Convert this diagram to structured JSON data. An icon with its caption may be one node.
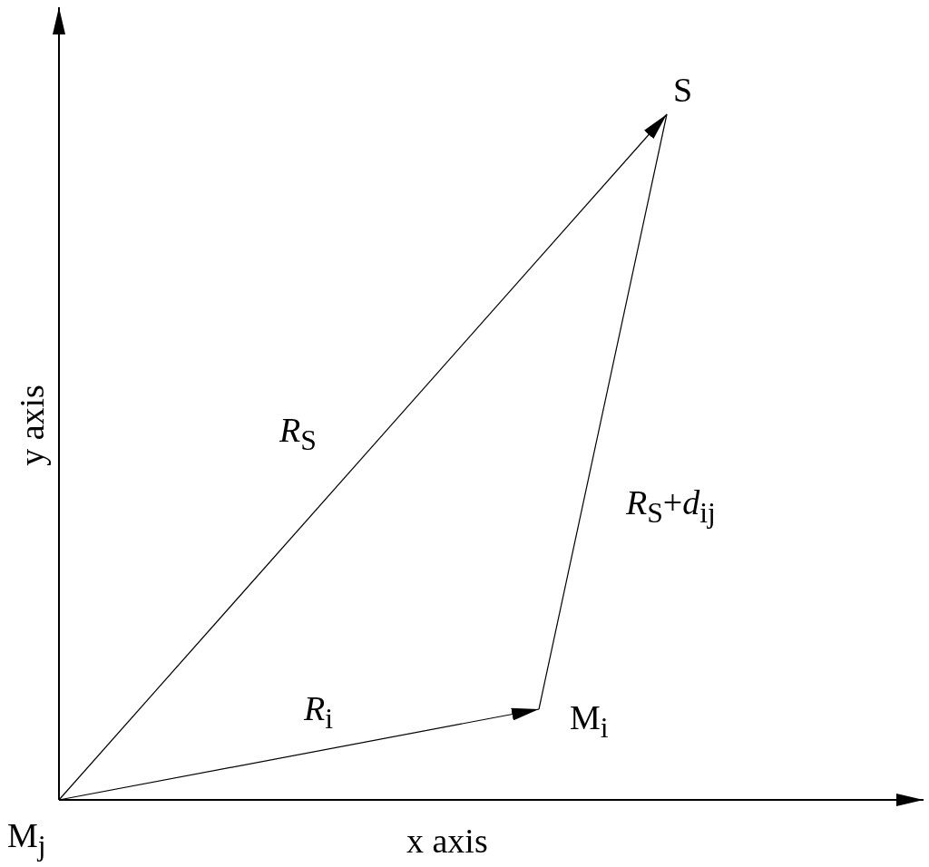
{
  "diagram": {
    "nodes": [
      {
        "text": [
          "S"
        ]
      },
      {
        "text": [
          "M$_{i}$"
        ]
      },
      {
        "text": [
          "M$_{j}$"
        ]
      }
    ],
    "edges": [
      {
        "from": 2,
        "to": 0,
        "arrow": "to",
        "label": "*R*$_{S}$"
      },
      {
        "from": 2,
        "to": 1,
        "arrow": "to",
        "label": "*R*$_{i}$"
      },
      {
        "from": 1,
        "to": 0,
        "arrow": "none",
        "label": "*R*$_{S}$+*d*$_{ij}$"
      }
    ],
    "labels": [
      "y axis",
      "x axis"
    ]
  }
}
